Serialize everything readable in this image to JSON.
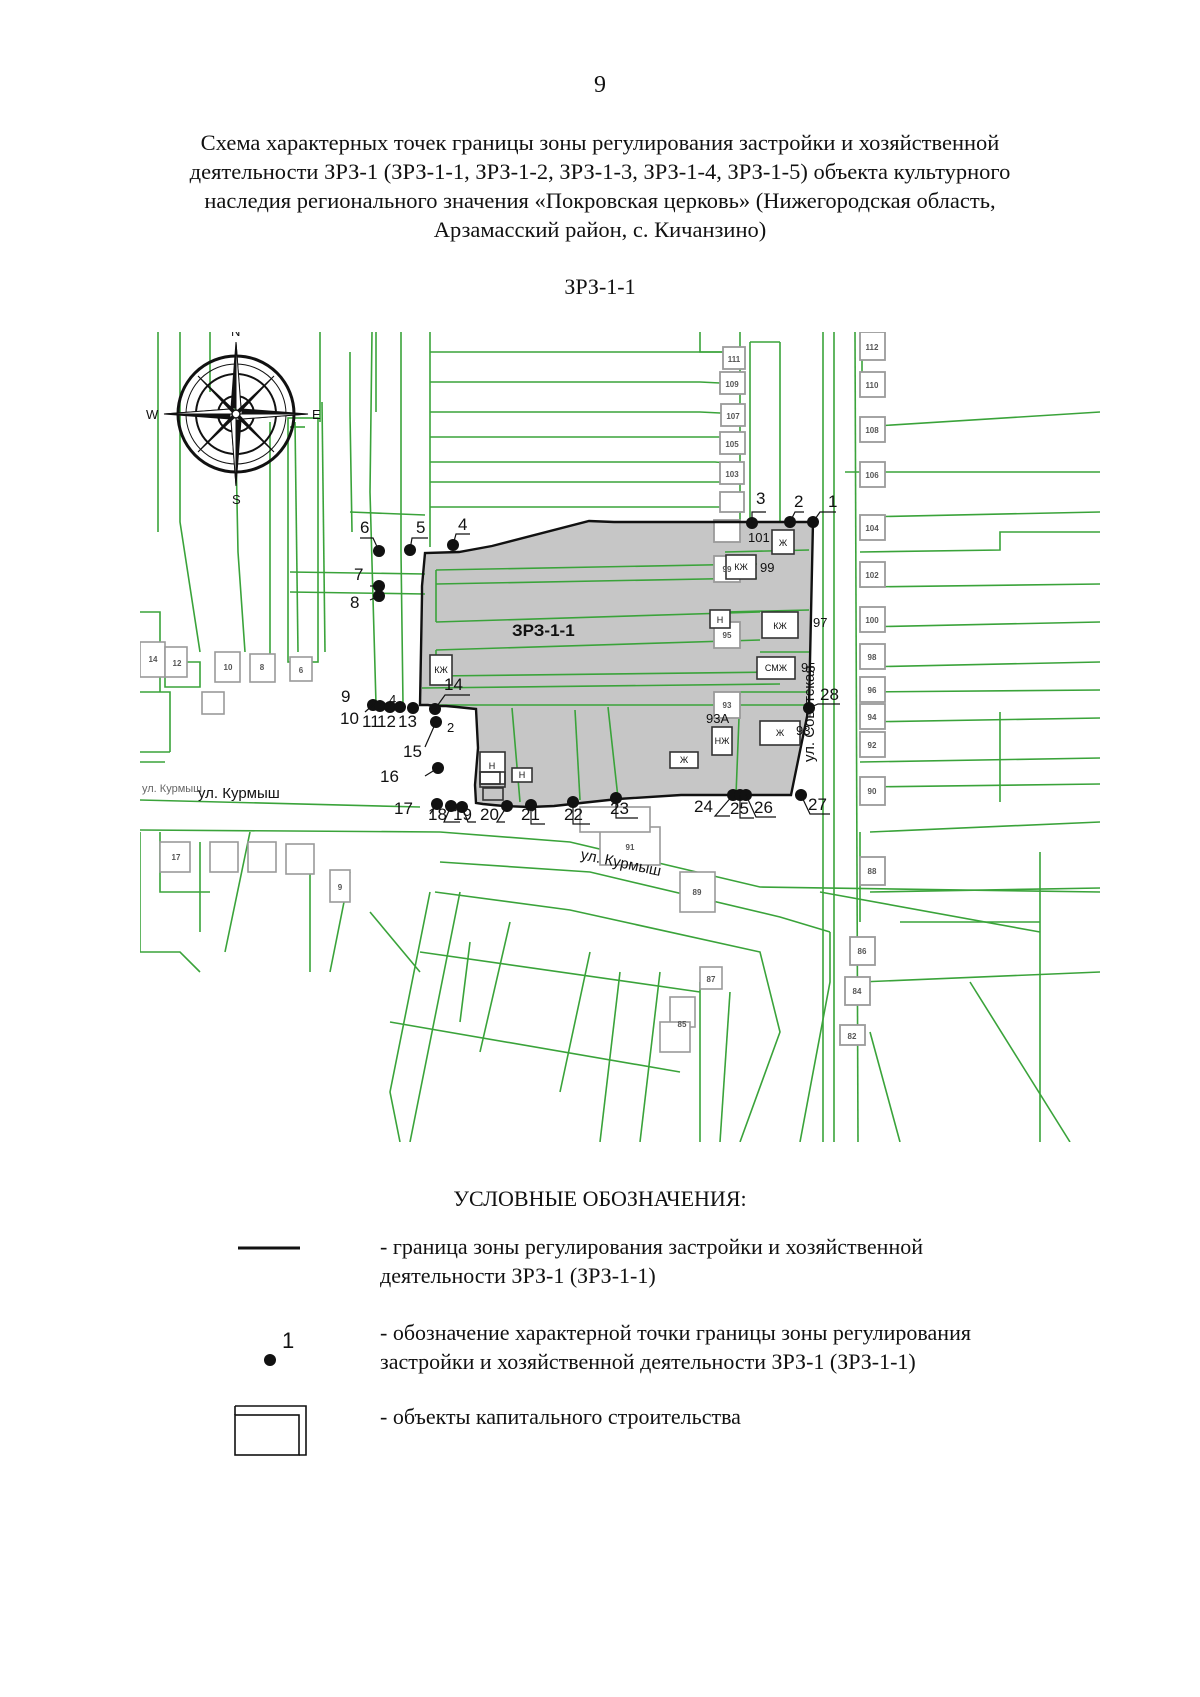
{
  "page_number": "9",
  "title_lines": [
    "Схема характерных точек границы зоны регулирования застройки и хозяйственной",
    "деятельности ЗРЗ-1 (ЗРЗ-1-1, ЗРЗ-1-2, ЗРЗ-1-3, ЗРЗ-1-4, ЗРЗ-1-5) объекта культурного",
    "наследия регионального значения «Покровская церковь» (Нижегородская область,",
    "Арзамасский район, с. Кичанзино)"
  ],
  "subtitle": "ЗРЗ-1-1",
  "map": {
    "zone_label": "ЗРЗ-1-1",
    "compass": {
      "n": "N",
      "e": "E",
      "s": "S",
      "w": "W"
    },
    "streets": {
      "kurmysh_left": "ул. Курмыш",
      "kurmysh_faded": "ул. Курмыш",
      "kurmysh_diag": "ул. Курмыш",
      "sovetskaya": "ул. Советская"
    },
    "point_labels": [
      "1",
      "2",
      "3",
      "4",
      "5",
      "6",
      "7",
      "8",
      "9",
      "10",
      "11",
      "12",
      "13",
      "14",
      "15",
      "16",
      "17",
      "18",
      "19",
      "20",
      "21",
      "22",
      "23",
      "24",
      "25",
      "26",
      "27",
      "28"
    ],
    "lot_numbers": {
      "n101": "101",
      "n99": "99",
      "n97": "97",
      "n95": "95",
      "n93": "93",
      "n93a": "93А",
      "n2": "2",
      "n4": "4",
      "r111": "111",
      "r109": "109",
      "r107": "107",
      "r105": "105",
      "r103": "103",
      "r99": "99",
      "r95": "95",
      "r93": "93",
      "e112": "112",
      "e110": "110",
      "e108": "108",
      "e106": "106",
      "e104": "104",
      "e102": "102",
      "e100": "100",
      "e98": "98",
      "e96": "96",
      "e94": "94",
      "e92": "92",
      "e90": "90",
      "e88": "88",
      "e86": "86",
      "e84": "84",
      "e82": "82",
      "b89": "89",
      "b87": "87",
      "b85": "85",
      "b91": "91",
      "b9": "9",
      "b17": "17",
      "w14": "14",
      "w12": "12",
      "w10": "10",
      "w8": "8",
      "w6": "6"
    },
    "building_labels": {
      "zh1": "Ж",
      "kzh1": "КЖ",
      "n1": "Н",
      "kzh2": "КЖ",
      "smzh": "СМЖ",
      "zh2": "Ж",
      "kzh3": "КЖ",
      "zh3": "Ж",
      "nzh": "НЖ",
      "n2": "Н",
      "n3": "Н"
    }
  },
  "legend": {
    "title": "УСЛОВНЫЕ ОБОЗНАЧЕНИЯ:",
    "items": [
      {
        "lines": [
          "- граница зоны регулирования застройки и хозяйственной",
          "деятельности ЗРЗ-1 (ЗРЗ-1-1)"
        ]
      },
      {
        "symbol_label": "1",
        "lines": [
          "- обозначение характерной точки границы зоны регулирования",
          "застройки и хозяйственной деятельности ЗРЗ-1 (ЗРЗ-1-1)"
        ]
      },
      {
        "lines": [
          "- объекты капитального строительства"
        ]
      }
    ]
  },
  "colors": {
    "parcel": "#3aa33a",
    "zone_fill": "#c8c8c8",
    "boundary": "#111111",
    "building": "#9a9a9a"
  }
}
